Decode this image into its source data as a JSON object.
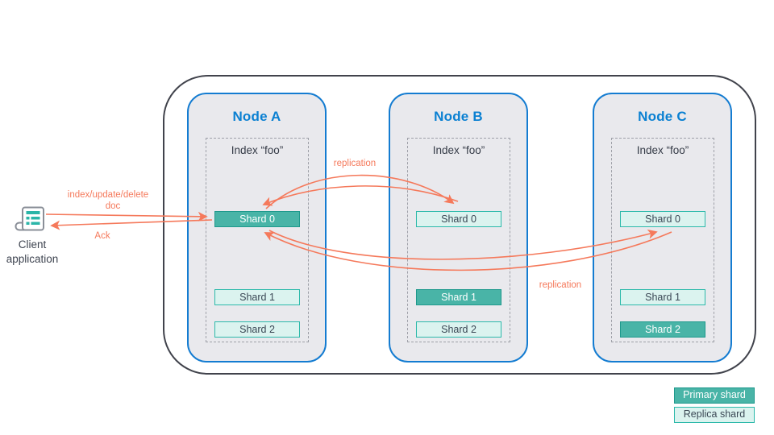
{
  "client": {
    "label_line1": "Client",
    "label_line2": "application",
    "icon": "document-icon"
  },
  "arrow_labels": {
    "request_line1": "index/update/delete",
    "request_line2": "doc",
    "ack": "Ack",
    "replication_a_b": "replication",
    "replication_a_c": "replication"
  },
  "nodes": [
    {
      "title": "Node A",
      "index_label": "Index “foo”",
      "shards": [
        {
          "label": "Shard 0",
          "role": "primary"
        },
        {
          "label": "Shard 1",
          "role": "replica"
        },
        {
          "label": "Shard 2",
          "role": "replica"
        }
      ]
    },
    {
      "title": "Node B",
      "index_label": "Index “foo”",
      "shards": [
        {
          "label": "Shard 0",
          "role": "replica"
        },
        {
          "label": "Shard 1",
          "role": "primary"
        },
        {
          "label": "Shard 2",
          "role": "replica"
        }
      ]
    },
    {
      "title": "Node C",
      "index_label": "Index “foo”",
      "shards": [
        {
          "label": "Shard 0",
          "role": "replica"
        },
        {
          "label": "Shard 1",
          "role": "replica"
        },
        {
          "label": "Shard 2",
          "role": "primary"
        }
      ]
    }
  ],
  "legend": {
    "primary": "Primary shard",
    "replica": "Replica shard"
  },
  "colors": {
    "primary_fill": "#49B4A7",
    "primary_border": "#1E998C",
    "replica_fill": "#DBF3EF",
    "replica_border": "#2CB9AA",
    "node_border": "#147CD1",
    "node_title": "#0A80D2",
    "arrow": "#F5795B",
    "outer_border": "#41434C"
  }
}
